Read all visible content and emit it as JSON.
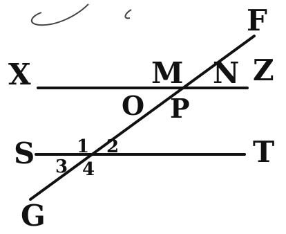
{
  "diagram": {
    "points": {
      "F": "F",
      "G": "G",
      "X": "X",
      "Z": "Z",
      "S": "S",
      "T": "T",
      "M": "M",
      "N": "N",
      "O": "O",
      "P": "P"
    },
    "angles": {
      "a1": "1",
      "a2": "2",
      "a3": "3",
      "a4": "4"
    }
  },
  "colors": {
    "ink": "#111111",
    "background": "#ffffff"
  }
}
